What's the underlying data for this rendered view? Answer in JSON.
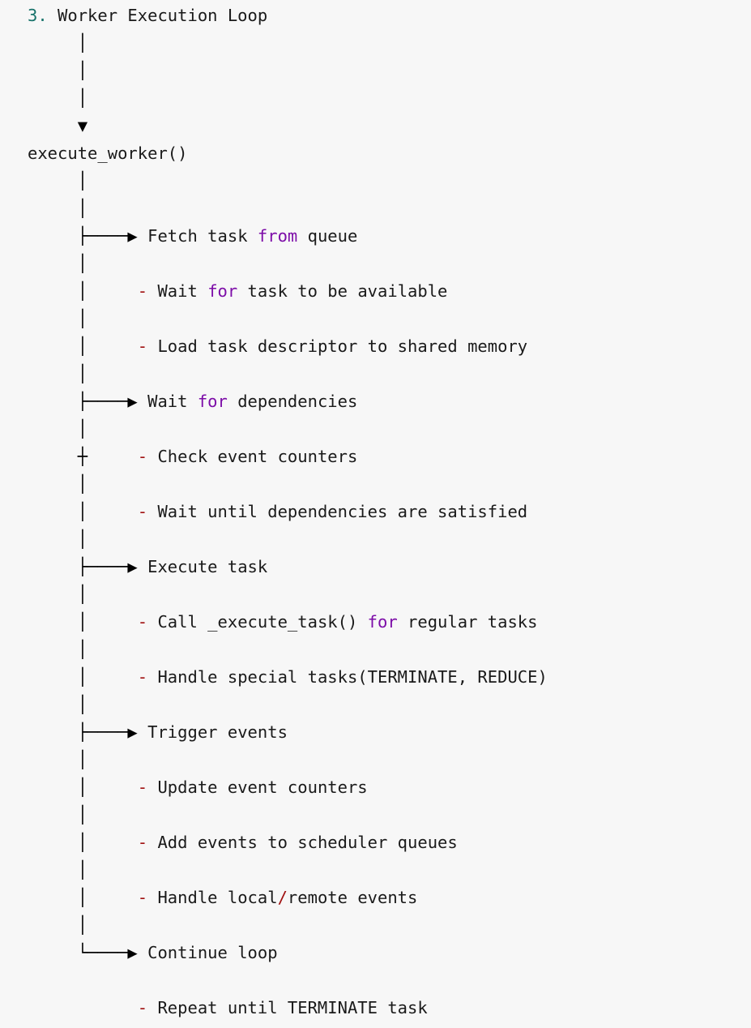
{
  "document": {
    "title": "3. Worker Execution Loop",
    "background_color": "#f7f7f7",
    "colors": {
      "plain": "#1a1a1a",
      "number": "#17726a",
      "keyword": "#7d0ea8",
      "operator": "#a01010",
      "tree": "#000000"
    }
  },
  "lines": [
    {
      "id": "heading",
      "text": "3. Worker Execution Loop",
      "tokens": [
        {
          "t": "3.",
          "k": "number"
        },
        {
          "t": " Worker Execution Loop",
          "k": "plain"
        }
      ]
    },
    {
      "id": "pipe-1",
      "text": "     │",
      "tokens": [
        {
          "t": "     ",
          "k": "plain"
        },
        {
          "t": "│",
          "k": "tree"
        }
      ]
    },
    {
      "id": "pipe-2",
      "text": "     │",
      "tokens": [
        {
          "t": "     ",
          "k": "plain"
        },
        {
          "t": "│",
          "k": "tree"
        }
      ]
    },
    {
      "id": "pipe-3",
      "text": "     │",
      "tokens": [
        {
          "t": "     ",
          "k": "plain"
        },
        {
          "t": "│",
          "k": "tree"
        }
      ]
    },
    {
      "id": "arrow-down",
      "text": "     ▼",
      "tokens": [
        {
          "t": "     ",
          "k": "plain"
        },
        {
          "t": "▼",
          "k": "tree"
        }
      ]
    },
    {
      "id": "execute-worker",
      "text": "execute_worker()",
      "tokens": [
        {
          "t": "execute_worker()",
          "k": "plain"
        }
      ]
    },
    {
      "id": "pipe-4",
      "text": "     │",
      "tokens": [
        {
          "t": "     ",
          "k": "plain"
        },
        {
          "t": "│",
          "k": "tree"
        }
      ]
    },
    {
      "id": "pipe-5",
      "text": "     │",
      "tokens": [
        {
          "t": "     ",
          "k": "plain"
        },
        {
          "t": "│",
          "k": "tree"
        }
      ]
    },
    {
      "id": "branch-fetch",
      "text": "     ├────▶ Fetch task from queue",
      "tokens": [
        {
          "t": "     ",
          "k": "plain"
        },
        {
          "t": "├────▶",
          "k": "tree"
        },
        {
          "t": " Fetch task ",
          "k": "plain"
        },
        {
          "t": "from",
          "k": "keyword"
        },
        {
          "t": " queue",
          "k": "plain"
        }
      ]
    },
    {
      "id": "pipe-6",
      "text": "     │",
      "tokens": [
        {
          "t": "     ",
          "k": "plain"
        },
        {
          "t": "│",
          "k": "tree"
        }
      ]
    },
    {
      "id": "sub-wait-avail",
      "text": "     │     - Wait for task to be available",
      "tokens": [
        {
          "t": "     ",
          "k": "plain"
        },
        {
          "t": "│",
          "k": "tree"
        },
        {
          "t": "     ",
          "k": "plain"
        },
        {
          "t": "-",
          "k": "operator"
        },
        {
          "t": " Wait ",
          "k": "plain"
        },
        {
          "t": "for",
          "k": "keyword"
        },
        {
          "t": " task to be available",
          "k": "plain"
        }
      ]
    },
    {
      "id": "pipe-7",
      "text": "     │",
      "tokens": [
        {
          "t": "     ",
          "k": "plain"
        },
        {
          "t": "│",
          "k": "tree"
        }
      ]
    },
    {
      "id": "sub-load-desc",
      "text": "     │     - Load task descriptor to shared memory",
      "tokens": [
        {
          "t": "     ",
          "k": "plain"
        },
        {
          "t": "│",
          "k": "tree"
        },
        {
          "t": "     ",
          "k": "plain"
        },
        {
          "t": "-",
          "k": "operator"
        },
        {
          "t": " Load task descriptor to shared memory",
          "k": "plain"
        }
      ]
    },
    {
      "id": "pipe-8",
      "text": "     │",
      "tokens": [
        {
          "t": "     ",
          "k": "plain"
        },
        {
          "t": "│",
          "k": "tree"
        }
      ]
    },
    {
      "id": "branch-wait-deps",
      "text": "     ├────▶ Wait for dependencies",
      "tokens": [
        {
          "t": "     ",
          "k": "plain"
        },
        {
          "t": "├────▶",
          "k": "tree"
        },
        {
          "t": " Wait ",
          "k": "plain"
        },
        {
          "t": "for",
          "k": "keyword"
        },
        {
          "t": " dependencies",
          "k": "plain"
        }
      ]
    },
    {
      "id": "pipe-9",
      "text": "     │",
      "tokens": [
        {
          "t": "     ",
          "k": "plain"
        },
        {
          "t": "│",
          "k": "tree"
        }
      ]
    },
    {
      "id": "sub-check-evt",
      "text": "     ┼     - Check event counters",
      "tokens": [
        {
          "t": "     ",
          "k": "plain"
        },
        {
          "t": "┼",
          "k": "tree"
        },
        {
          "t": "     ",
          "k": "plain"
        },
        {
          "t": "-",
          "k": "operator"
        },
        {
          "t": " Check event counters",
          "k": "plain"
        }
      ]
    },
    {
      "id": "pipe-10",
      "text": "     │",
      "tokens": [
        {
          "t": "     ",
          "k": "plain"
        },
        {
          "t": "│",
          "k": "tree"
        }
      ]
    },
    {
      "id": "sub-wait-until",
      "text": "     │     - Wait until dependencies are satisfied",
      "tokens": [
        {
          "t": "     ",
          "k": "plain"
        },
        {
          "t": "│",
          "k": "tree"
        },
        {
          "t": "     ",
          "k": "plain"
        },
        {
          "t": "-",
          "k": "operator"
        },
        {
          "t": " Wait until dependencies are satisfied",
          "k": "plain"
        }
      ]
    },
    {
      "id": "pipe-11",
      "text": "     │",
      "tokens": [
        {
          "t": "     ",
          "k": "plain"
        },
        {
          "t": "│",
          "k": "tree"
        }
      ]
    },
    {
      "id": "branch-exec-task",
      "text": "     ├────▶ Execute task",
      "tokens": [
        {
          "t": "     ",
          "k": "plain"
        },
        {
          "t": "├────▶",
          "k": "tree"
        },
        {
          "t": " Execute task",
          "k": "plain"
        }
      ]
    },
    {
      "id": "pipe-12",
      "text": "     │",
      "tokens": [
        {
          "t": "     ",
          "k": "plain"
        },
        {
          "t": "│",
          "k": "tree"
        }
      ]
    },
    {
      "id": "sub-call-exec",
      "text": "     │     - Call _execute_task() for regular tasks",
      "tokens": [
        {
          "t": "     ",
          "k": "plain"
        },
        {
          "t": "│",
          "k": "tree"
        },
        {
          "t": "     ",
          "k": "plain"
        },
        {
          "t": "-",
          "k": "operator"
        },
        {
          "t": " Call _execute_task() ",
          "k": "plain"
        },
        {
          "t": "for",
          "k": "keyword"
        },
        {
          "t": " regular tasks",
          "k": "plain"
        }
      ]
    },
    {
      "id": "pipe-13",
      "text": "     │",
      "tokens": [
        {
          "t": "     ",
          "k": "plain"
        },
        {
          "t": "│",
          "k": "tree"
        }
      ]
    },
    {
      "id": "sub-handle-spec",
      "text": "     │     - Handle special tasks(TERMINATE, REDUCE)",
      "tokens": [
        {
          "t": "     ",
          "k": "plain"
        },
        {
          "t": "│",
          "k": "tree"
        },
        {
          "t": "     ",
          "k": "plain"
        },
        {
          "t": "-",
          "k": "operator"
        },
        {
          "t": " Handle special tasks(TERMINATE, REDUCE)",
          "k": "plain"
        }
      ]
    },
    {
      "id": "pipe-14",
      "text": "     │",
      "tokens": [
        {
          "t": "     ",
          "k": "plain"
        },
        {
          "t": "│",
          "k": "tree"
        }
      ]
    },
    {
      "id": "branch-trigger",
      "text": "     ├────▶ Trigger events",
      "tokens": [
        {
          "t": "     ",
          "k": "plain"
        },
        {
          "t": "├────▶",
          "k": "tree"
        },
        {
          "t": " Trigger events",
          "k": "plain"
        }
      ]
    },
    {
      "id": "pipe-15",
      "text": "     │",
      "tokens": [
        {
          "t": "     ",
          "k": "plain"
        },
        {
          "t": "│",
          "k": "tree"
        }
      ]
    },
    {
      "id": "sub-update-evt",
      "text": "     │     - Update event counters",
      "tokens": [
        {
          "t": "     ",
          "k": "plain"
        },
        {
          "t": "│",
          "k": "tree"
        },
        {
          "t": "     ",
          "k": "plain"
        },
        {
          "t": "-",
          "k": "operator"
        },
        {
          "t": " Update event counters",
          "k": "plain"
        }
      ]
    },
    {
      "id": "pipe-16",
      "text": "     │",
      "tokens": [
        {
          "t": "     ",
          "k": "plain"
        },
        {
          "t": "│",
          "k": "tree"
        }
      ]
    },
    {
      "id": "sub-add-evt",
      "text": "     │     - Add events to scheduler queues",
      "tokens": [
        {
          "t": "     ",
          "k": "plain"
        },
        {
          "t": "│",
          "k": "tree"
        },
        {
          "t": "     ",
          "k": "plain"
        },
        {
          "t": "-",
          "k": "operator"
        },
        {
          "t": " Add events to scheduler queues",
          "k": "plain"
        }
      ]
    },
    {
      "id": "pipe-17",
      "text": "     │",
      "tokens": [
        {
          "t": "     ",
          "k": "plain"
        },
        {
          "t": "│",
          "k": "tree"
        }
      ]
    },
    {
      "id": "sub-handle-lr",
      "text": "     │     - Handle local/remote events",
      "tokens": [
        {
          "t": "     ",
          "k": "plain"
        },
        {
          "t": "│",
          "k": "tree"
        },
        {
          "t": "     ",
          "k": "plain"
        },
        {
          "t": "-",
          "k": "operator"
        },
        {
          "t": " Handle local",
          "k": "plain"
        },
        {
          "t": "/",
          "k": "operator"
        },
        {
          "t": "remote events",
          "k": "plain"
        }
      ]
    },
    {
      "id": "pipe-18",
      "text": "     │",
      "tokens": [
        {
          "t": "     ",
          "k": "plain"
        },
        {
          "t": "│",
          "k": "tree"
        }
      ]
    },
    {
      "id": "branch-continue",
      "text": "     └────▶ Continue loop",
      "tokens": [
        {
          "t": "     ",
          "k": "plain"
        },
        {
          "t": "└────▶",
          "k": "tree"
        },
        {
          "t": " Continue loop",
          "k": "plain"
        }
      ]
    },
    {
      "id": "blank-1",
      "text": " ",
      "tokens": [
        {
          "t": " ",
          "k": "plain"
        }
      ]
    },
    {
      "id": "sub-repeat",
      "text": "           - Repeat until TERMINATE task",
      "tokens": [
        {
          "t": "           ",
          "k": "plain"
        },
        {
          "t": "-",
          "k": "operator"
        },
        {
          "t": " Repeat until TERMINATE task",
          "k": "plain"
        }
      ]
    }
  ]
}
